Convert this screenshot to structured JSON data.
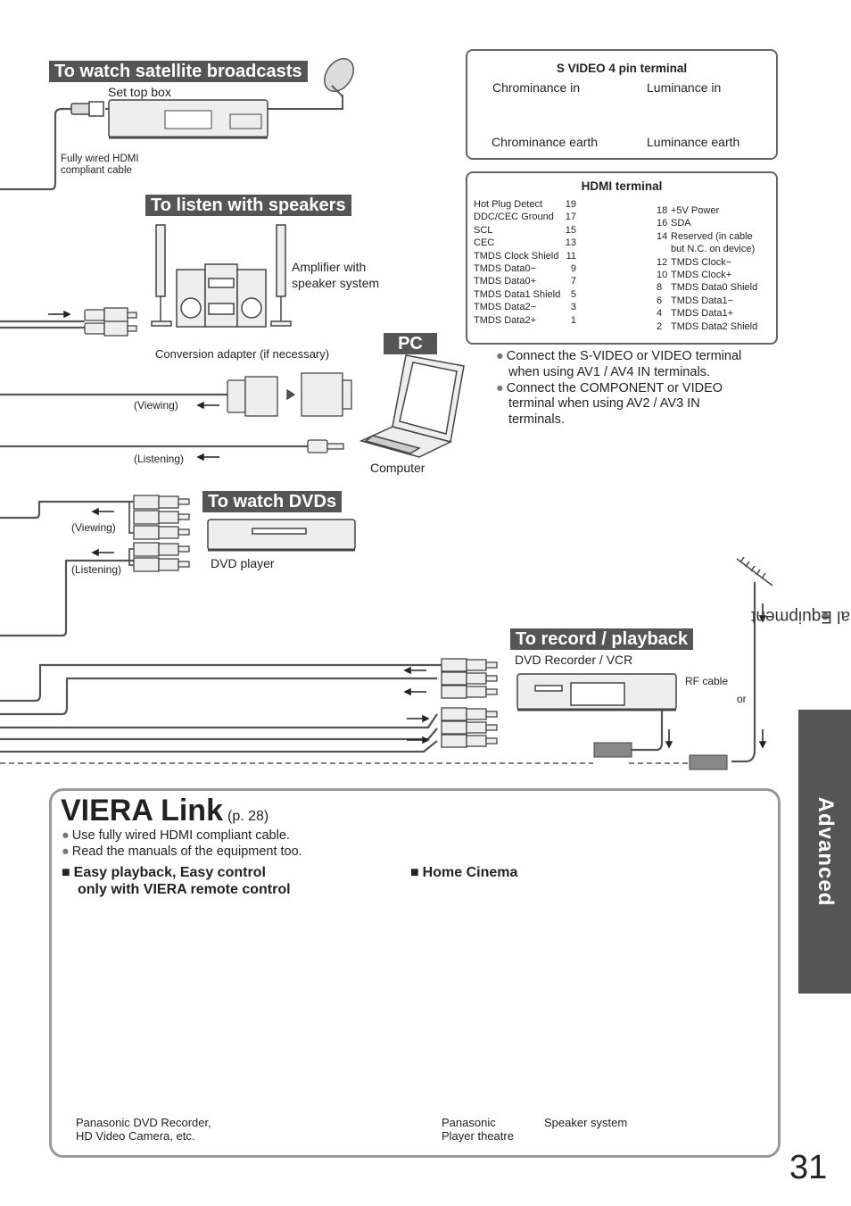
{
  "page_number": "31",
  "side": {
    "tab_label": "Advanced",
    "section_label": "External Equipment"
  },
  "satellite": {
    "title": "To watch satellite broadcasts",
    "set_top_box": "Set top box",
    "cable_note_line1": "Fully wired HDMI",
    "cable_note_line2": "compliant cable"
  },
  "speakers": {
    "title": "To listen with speakers",
    "amp_line1": "Amplifier with",
    "amp_line2": "speaker system"
  },
  "pc": {
    "title": "PC",
    "adapter": "Conversion adapter (if necessary)",
    "viewing": "(Viewing)",
    "listening": "(Listening)",
    "computer": "Computer"
  },
  "dvd": {
    "title": "To watch DVDs",
    "viewing": "(Viewing)",
    "listening": "(Listening)",
    "player": "DVD player"
  },
  "record": {
    "title": "To record / playback",
    "device": "DVD Recorder / VCR",
    "rf_cable": "RF cable",
    "or": "or"
  },
  "svideo": {
    "title": "S VIDEO 4 pin terminal",
    "chroma_in": "Chrominance in",
    "luma_in": "Luminance in",
    "chroma_earth": "Chrominance earth",
    "luma_earth": "Luminance earth"
  },
  "hdmi": {
    "title": "HDMI terminal",
    "left_pins": [
      {
        "name": "Hot Plug Detect",
        "num": "19"
      },
      {
        "name": "DDC/CEC Ground",
        "num": "17"
      },
      {
        "name": "SCL",
        "num": "15"
      },
      {
        "name": "CEC",
        "num": "13"
      },
      {
        "name": "TMDS Clock Shield",
        "num": "11"
      },
      {
        "name": "TMDS Data0−",
        "num": "9"
      },
      {
        "name": "TMDS Data0+",
        "num": "7"
      },
      {
        "name": "TMDS Data1 Shield",
        "num": "5"
      },
      {
        "name": "TMDS Data2−",
        "num": "3"
      },
      {
        "name": "TMDS Data2+",
        "num": "1"
      }
    ],
    "right_pins": [
      {
        "num": "18",
        "name": "+5V Power"
      },
      {
        "num": "16",
        "name": "SDA"
      },
      {
        "num": "14",
        "name": "Reserved (in cable"
      },
      {
        "num": "",
        "name": "but N.C. on device)"
      },
      {
        "num": "12",
        "name": "TMDS Clock−"
      },
      {
        "num": "10",
        "name": "TMDS Clock+"
      },
      {
        "num": "8",
        "name": "TMDS Data0 Shield"
      },
      {
        "num": "6",
        "name": "TMDS Data1−"
      },
      {
        "name": "TMDS Data1+",
        "num": "4"
      },
      {
        "num": "2",
        "name": "TMDS Data2 Shield"
      }
    ]
  },
  "notes": {
    "n1_line1": "Connect the S-VIDEO or VIDEO terminal",
    "n1_line2": "when using AV1 / AV4 IN terminals.",
    "n2_line1": "Connect the COMPONENT or VIDEO",
    "n2_line2": "terminal when using AV2 / AV3 IN",
    "n2_line3": "terminals."
  },
  "viera": {
    "title": "VIERA Link",
    "ref": "(p. 28)",
    "bullet1": "Use fully wired HDMI compliant cable.",
    "bullet2": "Read the manuals of the equipment too.",
    "easy_line1": "Easy playback, Easy control",
    "easy_line2": "only with VIERA remote control",
    "home_cinema": "Home Cinema",
    "caption_left_line1": "Panasonic DVD Recorder,",
    "caption_left_line2": "HD Video Camera, etc.",
    "caption_mid_line1": "Panasonic",
    "caption_mid_line2": "Player theatre",
    "caption_right": "Speaker system"
  }
}
